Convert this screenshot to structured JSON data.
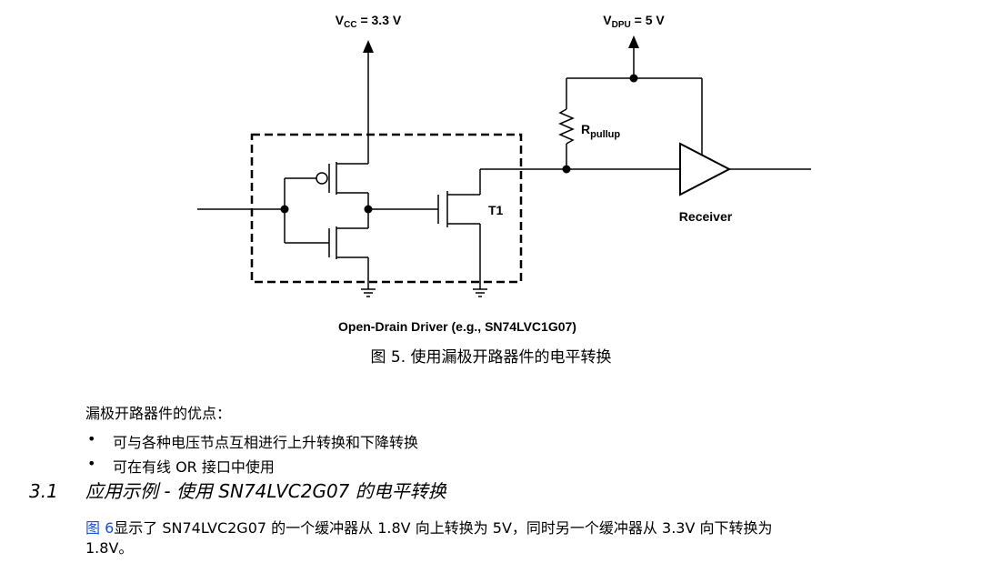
{
  "diagram": {
    "vcc_main": "V",
    "vcc_sub": "CC",
    "vcc_value": " = 3.3 V",
    "vdpu_main": "V",
    "vdpu_sub": "DPU",
    "vdpu_value": " = 5 V",
    "r_main": "R",
    "r_sub": "pullup",
    "t1": "T1",
    "receiver": "Receiver",
    "driver_caption": "Open-Drain Driver (e.g., SN74LVC1G07)"
  },
  "figure_caption": "图 5. 使用漏极开路器件的电平转换",
  "advantages": {
    "title": "漏极开路器件的优点：",
    "items": [
      "可与各种电压节点互相进行上升转换和下降转换",
      "可在有线 OR 接口中使用"
    ]
  },
  "section": {
    "number": "3.1",
    "title": "应用示例 - 使用 SN74LVC2G07 的电平转换"
  },
  "paragraph": {
    "link": "图 6",
    "line1": "显示了 SN74LVC2G07 的一个缓冲器从 1.8V 向上转换为 5V，同时另一个缓冲器从 3.3V 向下转换为",
    "line2": "1.8V。"
  }
}
